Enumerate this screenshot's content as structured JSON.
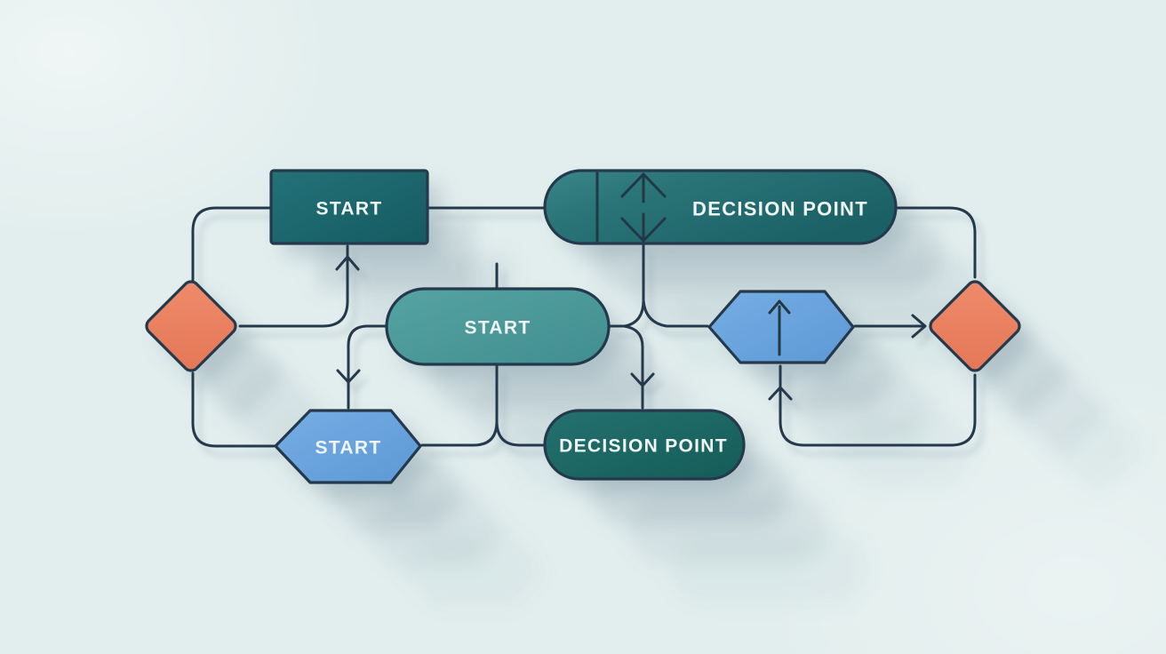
{
  "title": "Flowchart diagram",
  "canvas": {
    "background_color": "#e2eeed",
    "line_color": "#24394b",
    "shadow_color": "#6e8598",
    "text_color": "#eef5f3"
  },
  "nodes": {
    "start_rect": {
      "label": "START",
      "shape": "rectangle",
      "fill": "#1c6167"
    },
    "decision_top": {
      "label": "DECISION POINT",
      "shape": "pill",
      "fill": "#256d70",
      "icon": "split-arrows-icon"
    },
    "start_pill": {
      "label": "START",
      "shape": "pill",
      "fill": "#4a9899"
    },
    "start_hex": {
      "label": "START",
      "shape": "hexagon",
      "fill": "#68a3dd"
    },
    "decision_bottom": {
      "label": "DECISION POINT",
      "shape": "pill",
      "fill": "#1b635f"
    },
    "arrow_hex": {
      "label": "",
      "shape": "hexagon",
      "fill": "#68a3dd",
      "icon": "up-arrow-icon"
    },
    "diamond_left": {
      "label": "",
      "shape": "diamond",
      "fill": "#e98163"
    },
    "diamond_right": {
      "label": "",
      "shape": "diamond",
      "fill": "#e98163"
    }
  },
  "edges": [
    {
      "from": "diamond_left (top)",
      "to": "start_rect (left)",
      "arrow": false
    },
    {
      "from": "start_rect (right)",
      "to": "decision_top (left)",
      "arrow": false
    },
    {
      "from": "diamond_left (right)",
      "to": "start_rect (bottom)",
      "arrow": "up"
    },
    {
      "from": "start_pill (left)",
      "to": "start_hex (top)",
      "arrow": "down"
    },
    {
      "from": "start_pill (top)",
      "to": "dangling stub",
      "arrow": false
    },
    {
      "from": "start_pill (bottom)",
      "to": "start_hex (right)",
      "arrow": false
    },
    {
      "from": "start_pill (bottom)",
      "to": "decision_bottom (left)",
      "arrow": false
    },
    {
      "from": "start_pill (right)",
      "to": "decision_top (bottom)",
      "arrow": false
    },
    {
      "from": "start_pill (right)",
      "to": "decision_bottom (top)",
      "arrow": "down"
    },
    {
      "from": "start_pill (right)",
      "to": "arrow_hex (left)",
      "arrow": false
    },
    {
      "from": "decision_top (right)",
      "to": "diamond_right (top)",
      "arrow": false
    },
    {
      "from": "arrow_hex (right)",
      "to": "diamond_right (left)",
      "arrow": "right"
    },
    {
      "from": "diamond_right (bottom)",
      "to": "arrow_hex (bottom)",
      "arrow": "up"
    },
    {
      "from": "diamond_left (bottom)",
      "to": "start_hex (left)",
      "arrow": false
    }
  ]
}
